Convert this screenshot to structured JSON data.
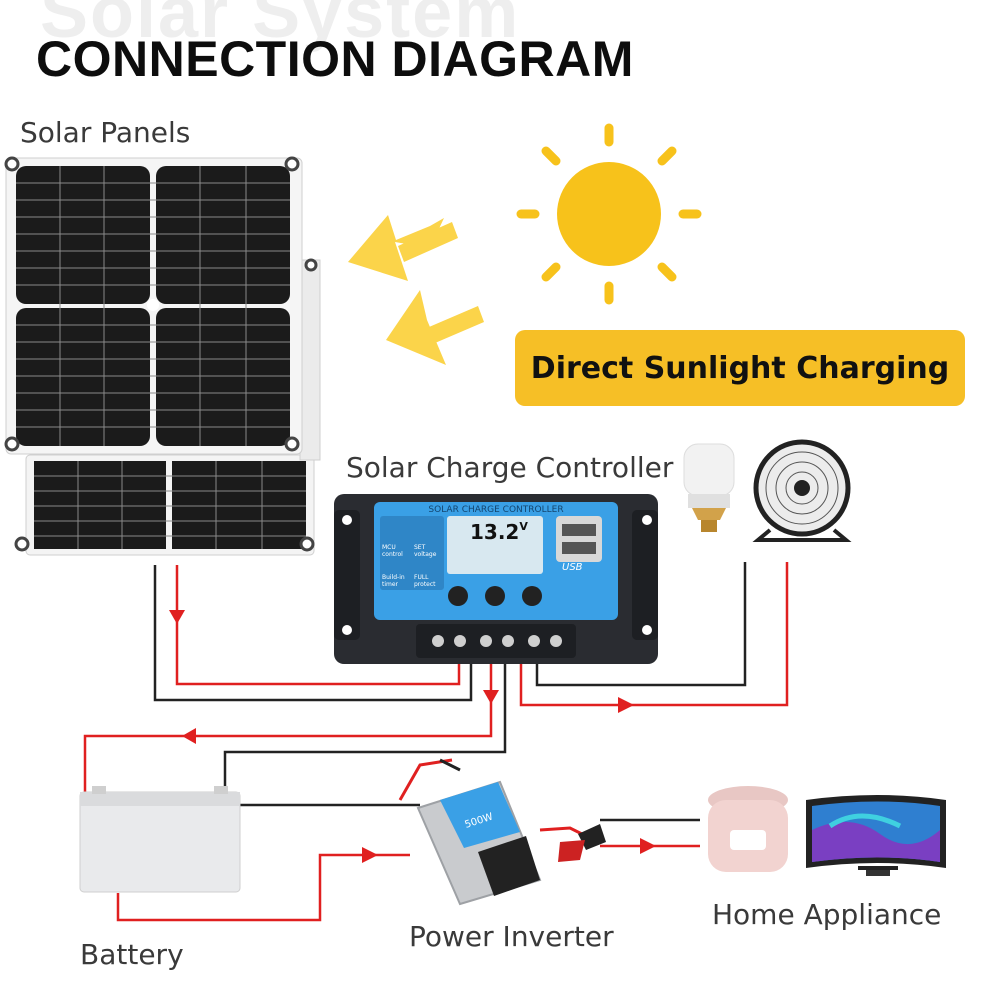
{
  "watermark": "Solar System",
  "title": "CONNECTION DIAGRAM",
  "callout": "Direct Sunlight Charging",
  "labels": {
    "solar_panels": "Solar Panels",
    "controller": "Solar Charge Controller",
    "battery": "Battery",
    "inverter": "Power Inverter",
    "home_appliance": "Home Appliance"
  },
  "controller_display": {
    "brand_text": "SOLAR CHARGE CONTROLLER",
    "voltage": "13.2",
    "unit": "V",
    "usb_label": "USB",
    "btn_mcu": "MCU control",
    "btn_set": "SET voltage",
    "btn_build": "Build-in timer",
    "btn_full": "FULL protect"
  },
  "inverter_rating": "500W",
  "colors": {
    "sun": "#f7c21b",
    "callout": "#f6bf26",
    "positive_wire": "#e02020",
    "negative_wire": "#222222",
    "controller_screen": "#3aa0e6"
  }
}
